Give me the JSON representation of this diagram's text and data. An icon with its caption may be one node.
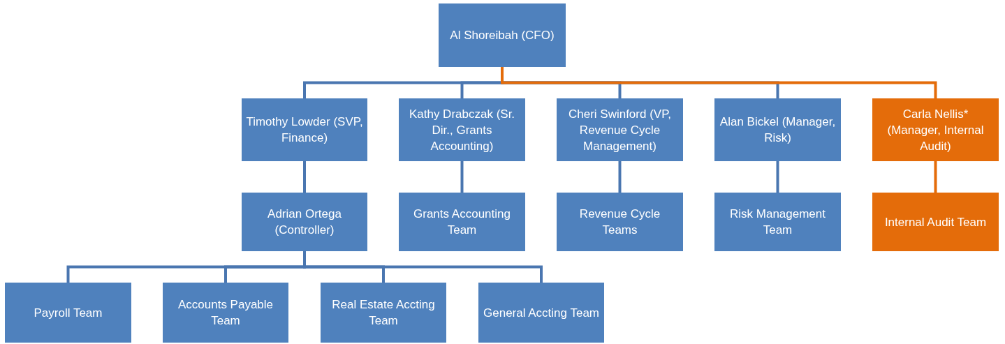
{
  "diagram": {
    "nodes": [
      {
        "text": [
          "Al Shoreibah (CFO)"
        ]
      },
      {
        "text": [
          "Timothy Lowder (SVP, Finance)"
        ]
      },
      {
        "text": [
          "Kathy Drabczak (Sr. Dir., Grants Accounting)"
        ]
      },
      {
        "text": [
          "Cheri Swinford (VP, Revenue Cycle Management)"
        ]
      },
      {
        "text": [
          "Alan Bickel (Manager, Risk)"
        ]
      },
      {
        "text": [
          "Carla Nellis* (Manager, Internal Audit)"
        ]
      },
      {
        "text": [
          "Adrian Ortega (Controller)"
        ]
      },
      {
        "text": [
          "Grants Accounting Team"
        ]
      },
      {
        "text": [
          "Revenue Cycle Teams"
        ]
      },
      {
        "text": [
          "Risk Management Team"
        ]
      },
      {
        "text": [
          "Internal Audit Team"
        ]
      },
      {
        "text": [
          "Payroll Team"
        ]
      },
      {
        "text": [
          "Accounts Payable Team"
        ]
      },
      {
        "text": [
          "Real Estate Accting Team"
        ]
      },
      {
        "text": [
          "General Accting Team"
        ]
      }
    ],
    "edges": [
      {
        "from": 0,
        "to": 1,
        "arrow": "none"
      },
      {
        "from": 0,
        "to": 2,
        "arrow": "none"
      },
      {
        "from": 0,
        "to": 3,
        "arrow": "none"
      },
      {
        "from": 0,
        "to": 4,
        "arrow": "none"
      },
      {
        "from": 0,
        "to": 5,
        "arrow": "none",
        "color": "#e46c0a"
      },
      {
        "from": 1,
        "to": 6,
        "arrow": "none"
      },
      {
        "from": 2,
        "to": 7,
        "arrow": "none"
      },
      {
        "from": 3,
        "to": 8,
        "arrow": "none"
      },
      {
        "from": 4,
        "to": 9,
        "arrow": "none"
      },
      {
        "from": 5,
        "to": 10,
        "arrow": "none",
        "color": "#e46c0a"
      },
      {
        "from": 6,
        "to": 11,
        "arrow": "none"
      },
      {
        "from": 6,
        "to": 12,
        "arrow": "none"
      },
      {
        "from": 6,
        "to": 13,
        "arrow": "none"
      },
      {
        "from": 6,
        "to": 14,
        "arrow": "none"
      }
    ]
  }
}
